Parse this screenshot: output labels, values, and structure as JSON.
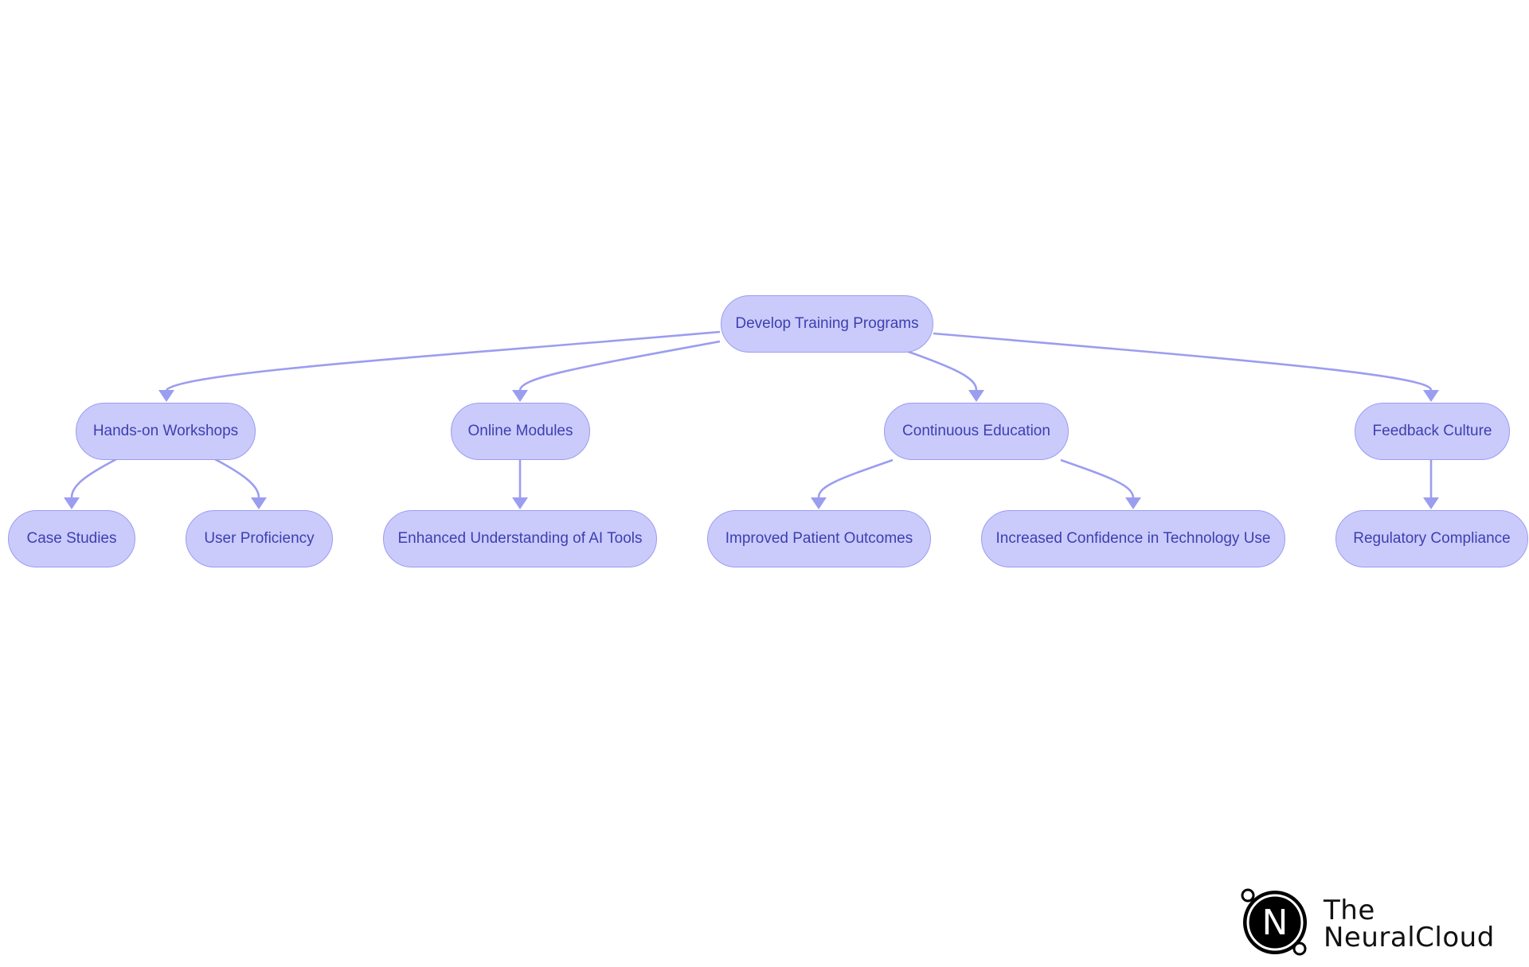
{
  "diagram": {
    "nodes": [
      {
        "id": "root",
        "label": "Develop Training Programs"
      },
      {
        "id": "workshops",
        "label": "Hands-on Workshops"
      },
      {
        "id": "modules",
        "label": "Online Modules"
      },
      {
        "id": "education",
        "label": "Continuous Education"
      },
      {
        "id": "feedback",
        "label": "Feedback Culture"
      },
      {
        "id": "case",
        "label": "Case Studies"
      },
      {
        "id": "proficiency",
        "label": "User Proficiency"
      },
      {
        "id": "understanding",
        "label": "Enhanced Understanding of AI Tools"
      },
      {
        "id": "outcomes",
        "label": "Improved Patient Outcomes"
      },
      {
        "id": "confidence",
        "label": "Increased Confidence in Technology Use"
      },
      {
        "id": "compliance",
        "label": "Regulatory Compliance"
      }
    ],
    "edges": [
      {
        "from": "root",
        "to": "workshops"
      },
      {
        "from": "root",
        "to": "modules"
      },
      {
        "from": "root",
        "to": "education"
      },
      {
        "from": "root",
        "to": "feedback"
      },
      {
        "from": "workshops",
        "to": "case"
      },
      {
        "from": "workshops",
        "to": "proficiency"
      },
      {
        "from": "modules",
        "to": "understanding"
      },
      {
        "from": "education",
        "to": "outcomes"
      },
      {
        "from": "education",
        "to": "confidence"
      },
      {
        "from": "feedback",
        "to": "compliance"
      }
    ]
  },
  "brand": {
    "logo_letter": "N",
    "line1": "The",
    "line2": "NeuralCloud"
  },
  "colors": {
    "node_fill": "#cacbfb",
    "node_border": "#9c9cf2",
    "node_text": "#3d3fb0",
    "edge": "#9b9df0",
    "brand_text": "#111111"
  }
}
